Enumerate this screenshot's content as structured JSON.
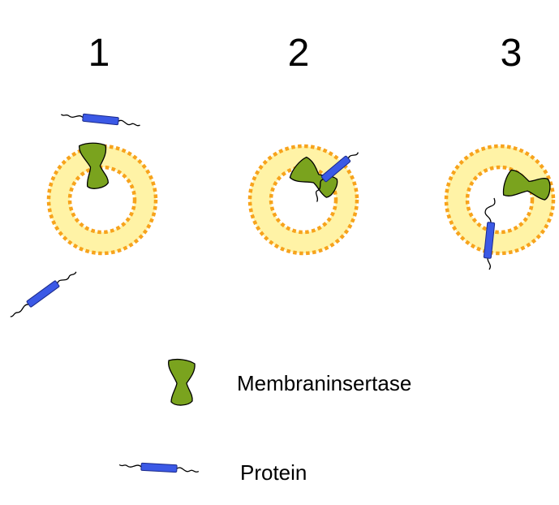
{
  "steps": [
    {
      "number": "1"
    },
    {
      "number": "2"
    },
    {
      "number": "3"
    }
  ],
  "legend": {
    "insertase_label": "Membraninsertase",
    "protein_label": "Protein"
  },
  "colors": {
    "membrane_fill": "#fff3a6",
    "membrane_dots": "#f7a31c",
    "insertase_fill": "#7aa31e",
    "protein_fill": "#3b59e6",
    "outline": "#000000"
  }
}
